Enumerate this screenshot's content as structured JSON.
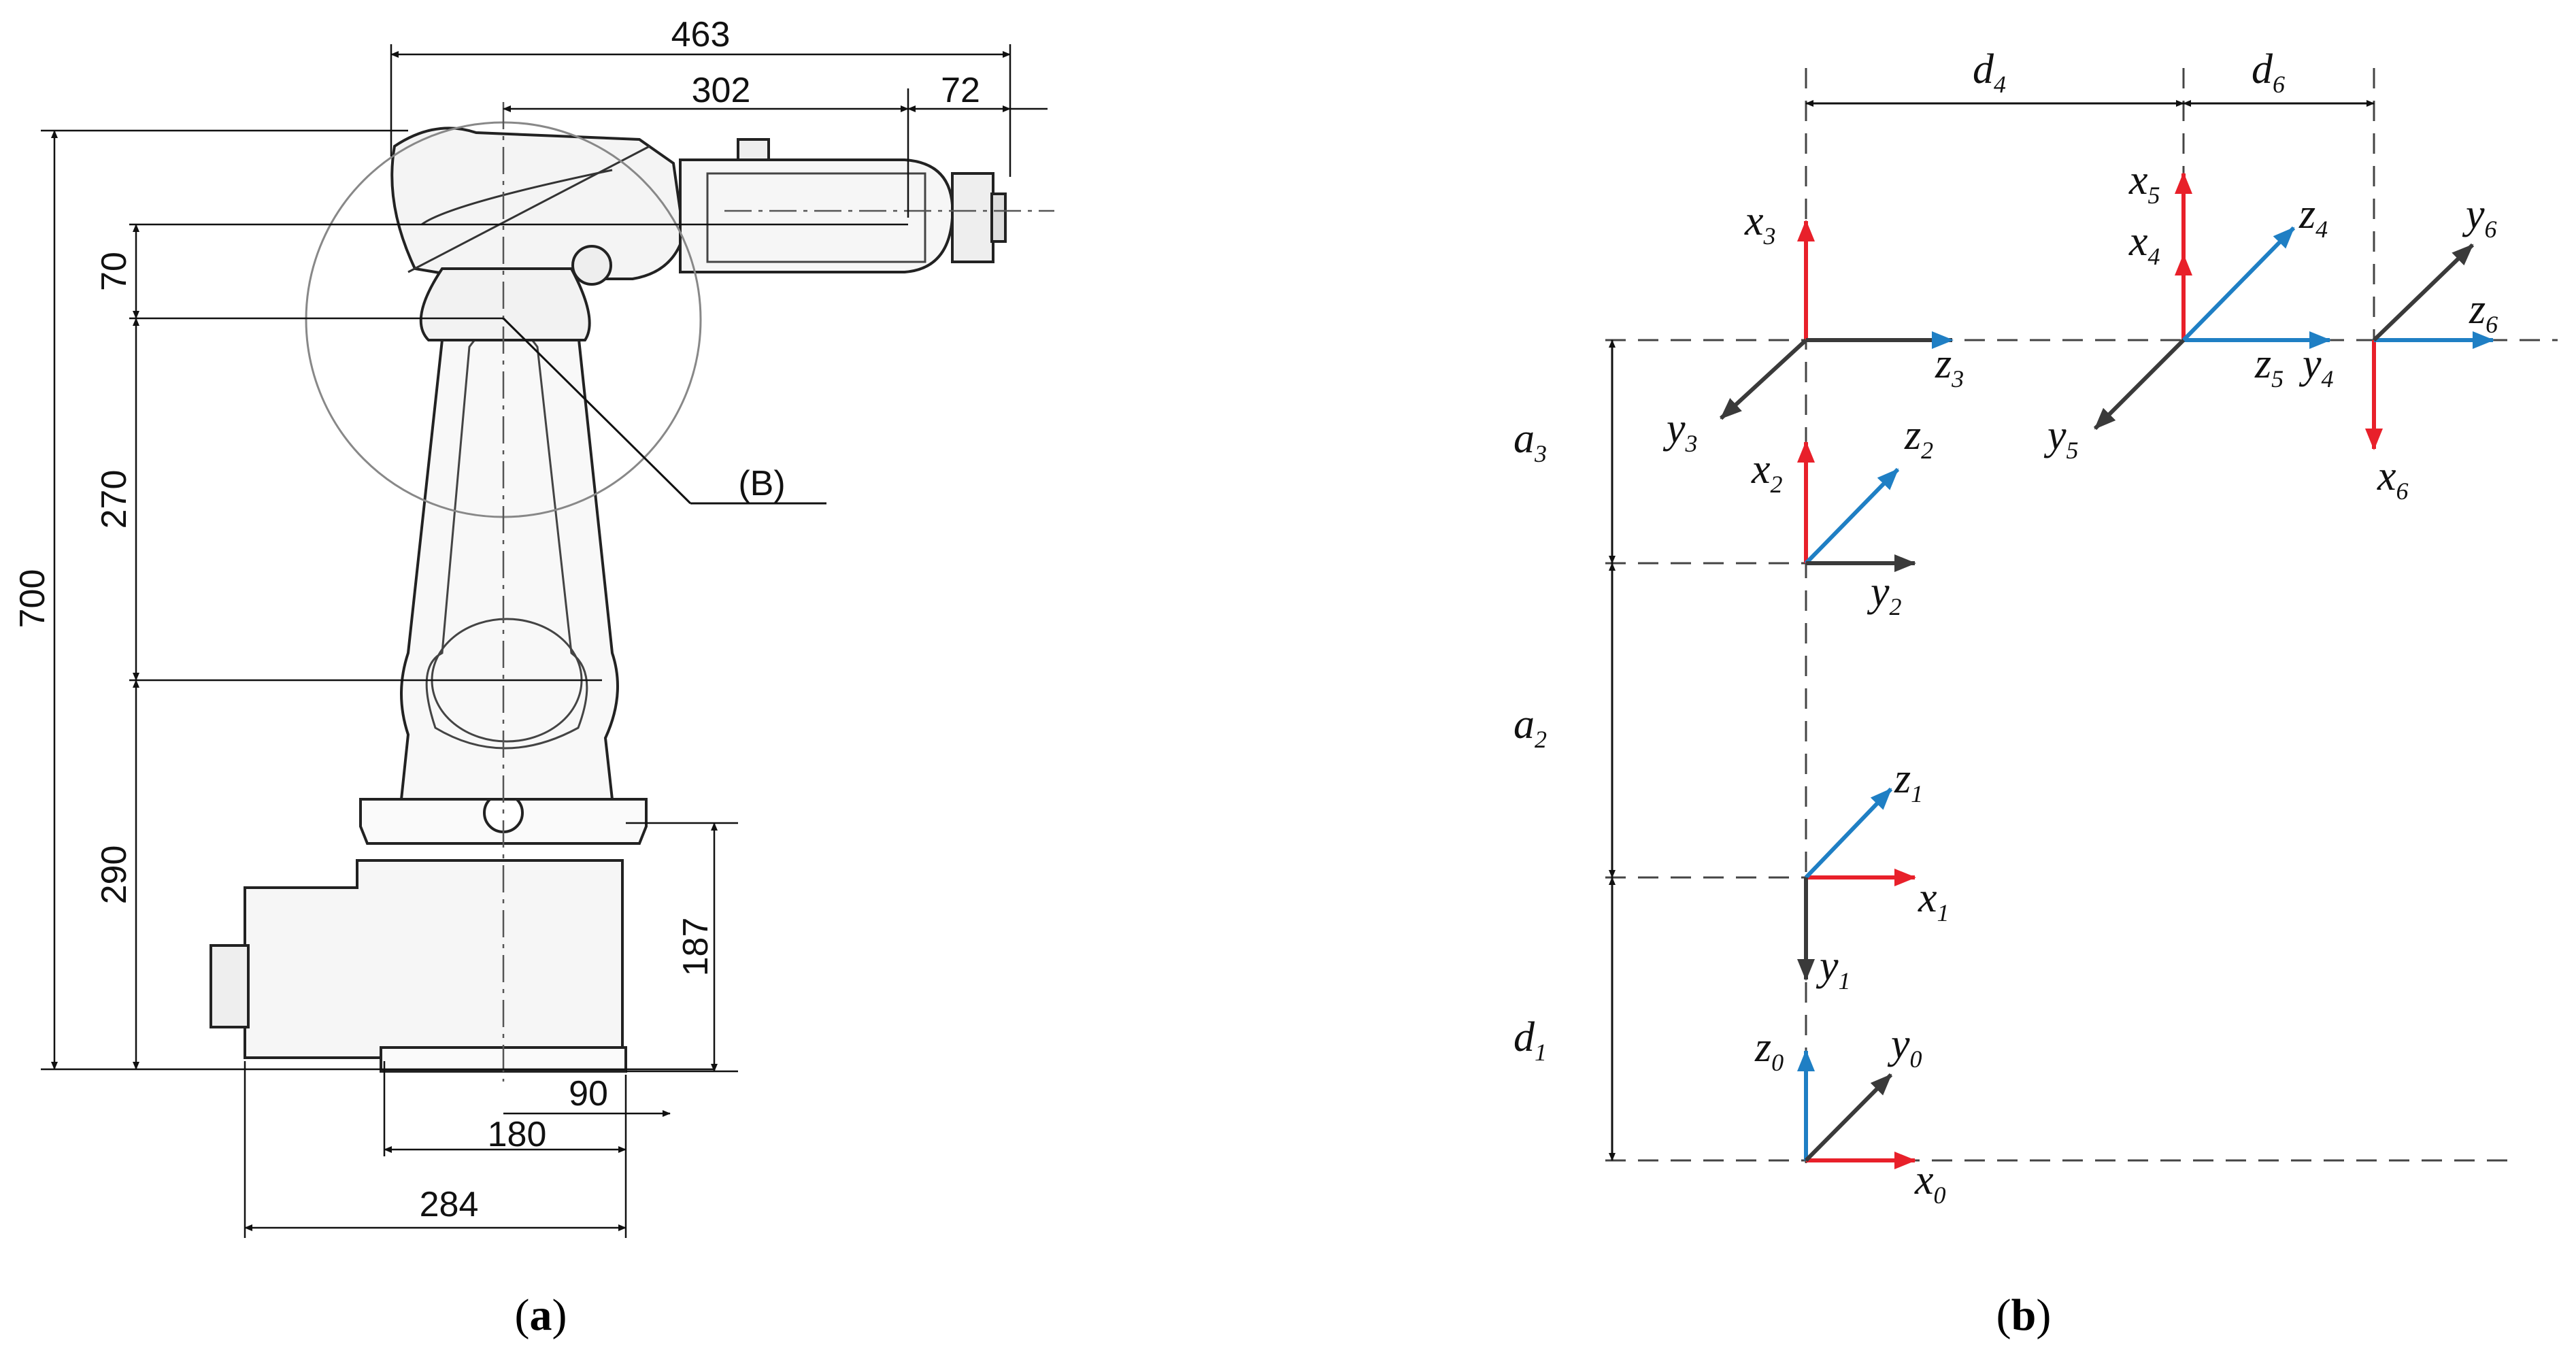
{
  "panel_a": {
    "dimensions": {
      "d463": "463",
      "d302": "302",
      "d72": "72",
      "d70": "70",
      "d270": "270",
      "d700": "700",
      "d290": "290",
      "d187": "187",
      "d90": "90",
      "d180": "180",
      "d284": "284"
    },
    "callout": "(B)",
    "caption": {
      "open": "(",
      "letter": "a",
      "close": ")"
    }
  },
  "panel_b": {
    "distances": {
      "d4": {
        "base": "d",
        "sub": "4"
      },
      "d6": {
        "base": "d",
        "sub": "6"
      },
      "a3": {
        "base": "a",
        "sub": "3"
      },
      "a2": {
        "base": "a",
        "sub": "2"
      },
      "d1": {
        "base": "d",
        "sub": "1"
      }
    },
    "axes": {
      "x0": {
        "base": "x",
        "sub": "0"
      },
      "y0": {
        "base": "y",
        "sub": "0"
      },
      "z0": {
        "base": "z",
        "sub": "0"
      },
      "x1": {
        "base": "x",
        "sub": "1"
      },
      "y1": {
        "base": "y",
        "sub": "1"
      },
      "z1": {
        "base": "z",
        "sub": "1"
      },
      "x2": {
        "base": "x",
        "sub": "2"
      },
      "y2": {
        "base": "y",
        "sub": "2"
      },
      "z2": {
        "base": "z",
        "sub": "2"
      },
      "x3": {
        "base": "x",
        "sub": "3"
      },
      "y3": {
        "base": "y",
        "sub": "3"
      },
      "z3": {
        "base": "z",
        "sub": "3"
      },
      "x4": {
        "base": "x",
        "sub": "4"
      },
      "y4": {
        "base": "y",
        "sub": "4"
      },
      "z4": {
        "base": "z",
        "sub": "4"
      },
      "x5": {
        "base": "x",
        "sub": "5"
      },
      "y5": {
        "base": "y",
        "sub": "5"
      },
      "z5": {
        "base": "z",
        "sub": "5"
      },
      "x6": {
        "base": "x",
        "sub": "6"
      },
      "y6": {
        "base": "y",
        "sub": "6"
      },
      "z6": {
        "base": "z",
        "sub": "6"
      }
    },
    "caption": {
      "open": "(",
      "letter": "b",
      "close": ")"
    }
  },
  "colors": {
    "x_axis": "#e8202a",
    "z_axis": "#1f7fc4",
    "y_axis": "#3a3a3a"
  }
}
